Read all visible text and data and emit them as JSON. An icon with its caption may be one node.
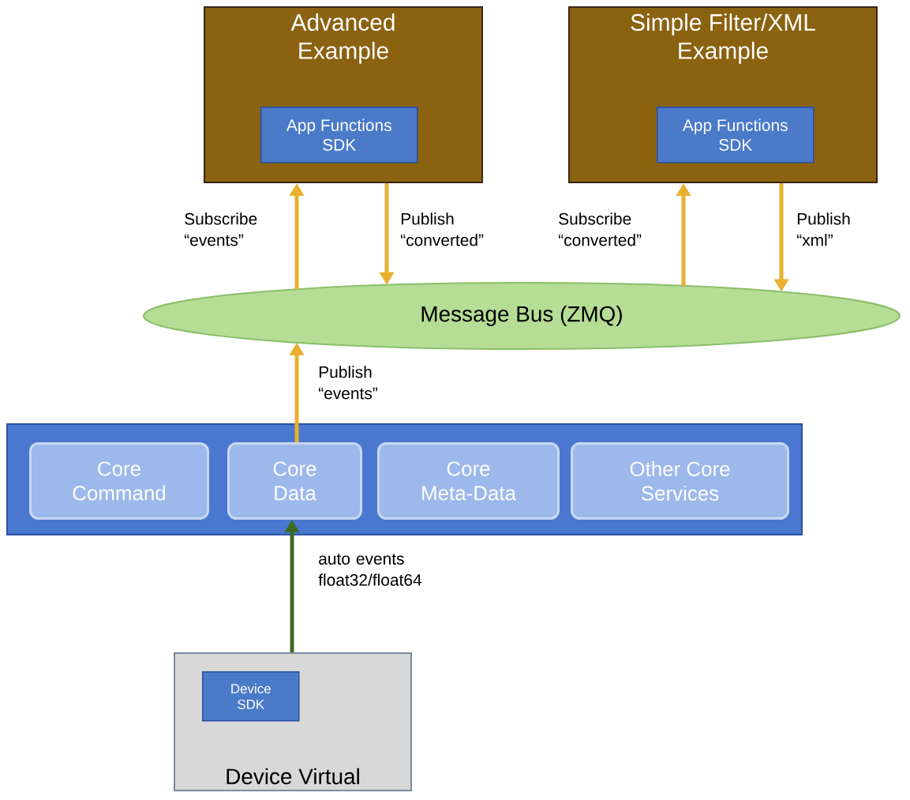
{
  "diagram": {
    "nodes": [
      {
        "text": [
          "Advanced Example"
        ]
      },
      {
        "text": [
          "App Functions SDK"
        ],
        "in": 0
      },
      {
        "text": [
          "Simple Filter/XML Example"
        ]
      },
      {
        "text": [
          "App Functions SDK"
        ],
        "in": 2
      },
      {
        "text": [
          "Message Bus (ZMQ)"
        ]
      },
      {
        "text": [],
        "shape": "box"
      },
      {
        "text": [
          "Core Command"
        ],
        "in": 5
      },
      {
        "text": [
          "Core Data"
        ],
        "in": 5
      },
      {
        "text": [
          "Core Meta-Data"
        ],
        "in": 5
      },
      {
        "text": [
          "Other Core Services"
        ],
        "in": 5
      },
      {
        "text": [
          "Device Virtual"
        ]
      },
      {
        "text": [
          "Device SDK"
        ],
        "in": 10
      }
    ],
    "edges": [
      {
        "from": 4,
        "to": 0,
        "arrow": "to",
        "label": "Subscribe “events”"
      },
      {
        "from": 0,
        "to": 4,
        "arrow": "to",
        "label": "Publish “converted”"
      },
      {
        "from": 4,
        "to": 2,
        "arrow": "to",
        "label": "Subscribe “converted”"
      },
      {
        "from": 2,
        "to": 4,
        "arrow": "to",
        "label": "Publish “xml”"
      },
      {
        "from": 7,
        "to": 4,
        "arrow": "to",
        "label": "Publish “events”"
      },
      {
        "from": 10,
        "to": 7,
        "arrow": "to",
        "label": "auto events float32/float64",
        "color": "#3d6b22"
      }
    ]
  }
}
